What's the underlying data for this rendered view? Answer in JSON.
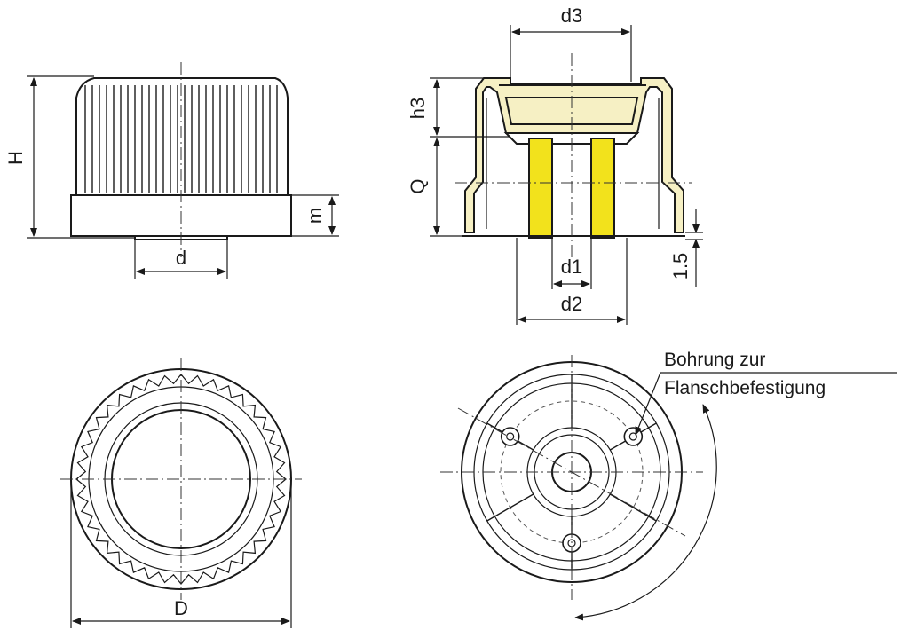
{
  "labels": {
    "H": "H",
    "m": "m",
    "d": "d",
    "d3": "d3",
    "h3": "h3",
    "Q": "Q",
    "d1": "d1",
    "d2": "d2",
    "t": "1.5",
    "D": "D"
  },
  "note": {
    "line1": "Bohrung zur",
    "line2": "Flanschbefestigung"
  },
  "colors": {
    "insert": "#f2e21c",
    "housing": "#f6f0c4",
    "ink": "#1a1a1a"
  }
}
